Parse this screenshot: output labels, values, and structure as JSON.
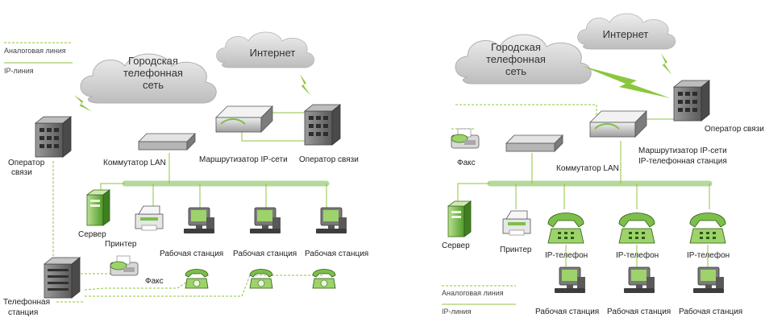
{
  "left": {
    "legend": {
      "analog": "Аналоговая линия",
      "ip": "IP-линия"
    },
    "cloud_city": [
      "Городская",
      "телефонная",
      "сеть"
    ],
    "cloud_internet": "Интернет",
    "operator_left": [
      "Оператор",
      "связи"
    ],
    "operator_right": "Оператор связи",
    "switch": "Коммутатор LAN",
    "router": "Маршрутизатор IP-сети",
    "server": "Сервер",
    "printer": "Принтер",
    "fax": "Факс",
    "workstations": [
      "Рабочая станция",
      "Рабочая станция",
      "Рабочая станция"
    ],
    "pbx": [
      "Телефонная",
      "станция"
    ]
  },
  "right": {
    "legend": {
      "analog": "Аналоговая линия",
      "ip": "IP-линия"
    },
    "cloud_city": [
      "Городская",
      "телефонная",
      "сеть"
    ],
    "cloud_internet": "Интернет",
    "operator": "Оператор связи",
    "router": [
      "Маршрутизатор IP-сети",
      "IP-телефонная станция"
    ],
    "switch": "Коммутатор LAN",
    "fax": "Факс",
    "server": "Сервер",
    "printer": "Принтер",
    "ip_phones": [
      "IP-телефон",
      "IP-телефон",
      "IP-телефон"
    ],
    "workstations": [
      "Рабочая станция",
      "Рабочая станция",
      "Рабочая станция"
    ]
  },
  "colors": {
    "lan": "#b5d99c",
    "ip_line": "#8cc63f",
    "analog_line": "#8cc63f",
    "device_green": "#7cbf4a"
  }
}
